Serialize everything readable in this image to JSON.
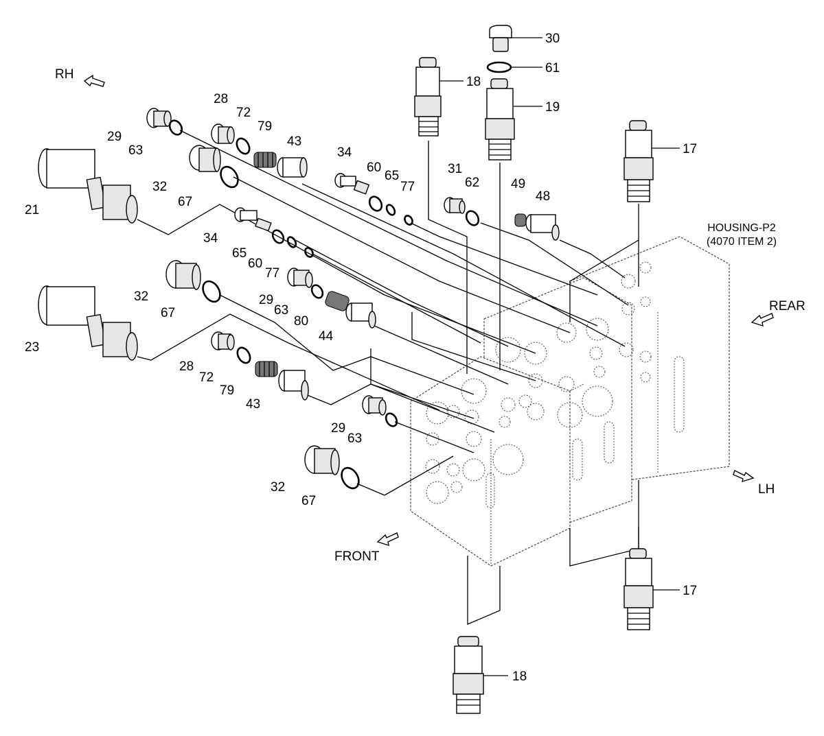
{
  "labels": {
    "p30": "30",
    "p61": "61",
    "p18a": "18",
    "p19": "19",
    "p17a": "17",
    "p28a": "28",
    "p72a": "72",
    "p79a": "79",
    "p43a": "43",
    "p29a": "29",
    "p63a": "63",
    "p34a": "34",
    "p60a": "60",
    "p65a": "65",
    "p77a": "77",
    "p31": "31",
    "p62": "62",
    "p49": "49",
    "p48": "48",
    "p32a": "32",
    "p67a": "67",
    "p21": "21",
    "p34b": "34",
    "p65b": "65",
    "p60b": "60",
    "p77b": "77",
    "p32b": "32",
    "p67b": "67",
    "p29b": "29",
    "p63b": "63",
    "p80": "80",
    "p44": "44",
    "p23": "23",
    "p28b": "28",
    "p72b": "72",
    "p79b": "79",
    "p43b": "43",
    "p29c": "29",
    "p63c": "63",
    "p32c": "32",
    "p67c": "67",
    "p17b": "17",
    "p18b": "18"
  },
  "directions": {
    "rh": "RH",
    "rear": "REAR",
    "lh": "LH",
    "front": "FRONT"
  },
  "housing": {
    "line1": "HOUSING-P2",
    "line2": "(4070 ITEM 2)"
  }
}
